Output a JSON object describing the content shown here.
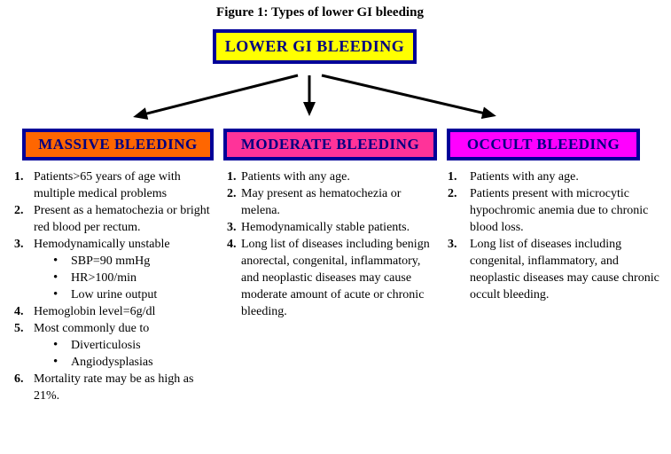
{
  "figure": {
    "title": "Figure 1: Types of lower GI bleeding"
  },
  "root_box": {
    "label": "LOWER GI BLEEDING",
    "bg_color": "#FFFF00",
    "border_color": "#000099",
    "text_color": "#000080"
  },
  "connectors": [
    "arrow-to-massive",
    "arrow-to-moderate",
    "arrow-to-occult"
  ],
  "branches": [
    {
      "header": {
        "label": "MASSIVE BLEEDING",
        "bg_color": "#FF6600"
      },
      "items": [
        {
          "num": "1.",
          "text": "Patients>65 years of age with multiple medical problems"
        },
        {
          "num": "2.",
          "text": "Present as a hematochezia or bright red blood per rectum."
        },
        {
          "num": "3.",
          "text": "Hemodynamically unstable",
          "bullets": [
            "SBP=90 mmHg",
            "HR>100/min",
            "Low urine output"
          ]
        },
        {
          "num": "4.",
          "text": "Hemoglobin level=6g/dl"
        },
        {
          "num": "5.",
          "text": "Most commonly due to",
          "bullets": [
            "Diverticulosis",
            "Angiodysplasias"
          ]
        },
        {
          "num": "6.",
          "text": "Mortality rate may be as high as 21%."
        }
      ]
    },
    {
      "header": {
        "label": "MODERATE BLEEDING",
        "bg_color": "#FF3399"
      },
      "items": [
        {
          "num": "1.",
          "text": "Patients with any age."
        },
        {
          "num": "2.",
          "text": "May present as hematochezia or melena."
        },
        {
          "num": "3.",
          "text": "Hemodynamically stable patients."
        },
        {
          "num": "4.",
          "text": "Long list of diseases including benign anorectal, congenital, inflammatory, and neoplastic diseases may cause moderate amount of acute or chronic bleeding."
        }
      ]
    },
    {
      "header": {
        "label": "OCCULT BLEEDING",
        "bg_color": "#FF00FF"
      },
      "items": [
        {
          "num": "1.",
          "text": "Patients with any age."
        },
        {
          "num": "2.",
          "text": "Patients present with microcytic hypochromic anemia due to chronic blood loss."
        },
        {
          "num": "3.",
          "text": "Long list of diseases including congenital, inflammatory, and neoplastic diseases may cause chronic occult bleeding."
        }
      ]
    }
  ]
}
